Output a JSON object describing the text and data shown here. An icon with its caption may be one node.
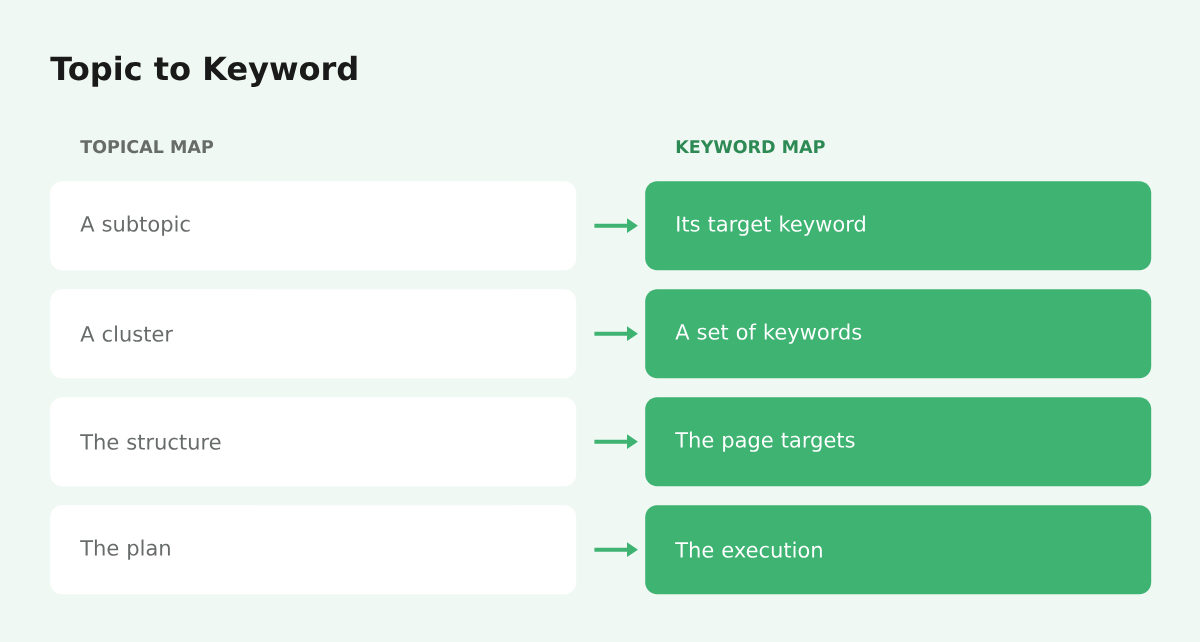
{
  "diagram": {
    "title": "Topic to Keyword",
    "nodes": [
      {
        "text": [
          "A subtopic"
        ]
      },
      {
        "text": [
          "Its target keyword"
        ]
      },
      {
        "text": [
          "A cluster"
        ]
      },
      {
        "text": [
          "A set of keywords"
        ]
      },
      {
        "text": [
          "The structure"
        ]
      },
      {
        "text": [
          "The page targets"
        ]
      },
      {
        "text": [
          "The plan"
        ]
      },
      {
        "text": [
          "The execution"
        ]
      }
    ],
    "edges": [
      {
        "from": 0,
        "to": 1,
        "arrow": "to"
      },
      {
        "from": 2,
        "to": 3,
        "arrow": "to"
      },
      {
        "from": 4,
        "to": 5,
        "arrow": "to"
      },
      {
        "from": 6,
        "to": 7,
        "arrow": "to"
      }
    ],
    "labels": [
      "TOPICAL MAP",
      "KEYWORD MAP"
    ]
  }
}
